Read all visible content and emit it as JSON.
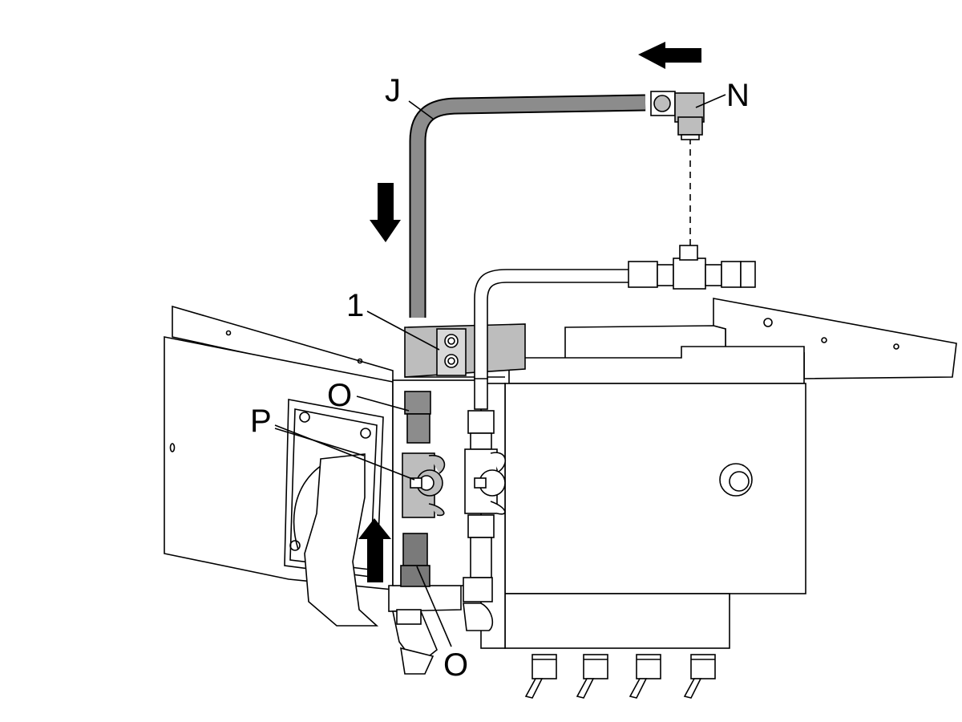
{
  "callouts": {
    "hose": "J",
    "elbow": "N",
    "bracket": "1",
    "upper_fitting": "O",
    "valve": "P",
    "lower_fitting": "O"
  },
  "flow_arrows": [
    "left",
    "down",
    "up"
  ],
  "colors": {
    "line": "#000000",
    "hose": "#8c8c8c",
    "fitting_dark": "#7a7a7a",
    "fitting_light": "#bdbdbd",
    "panel": "#ffffff",
    "arrow": "#000000"
  }
}
